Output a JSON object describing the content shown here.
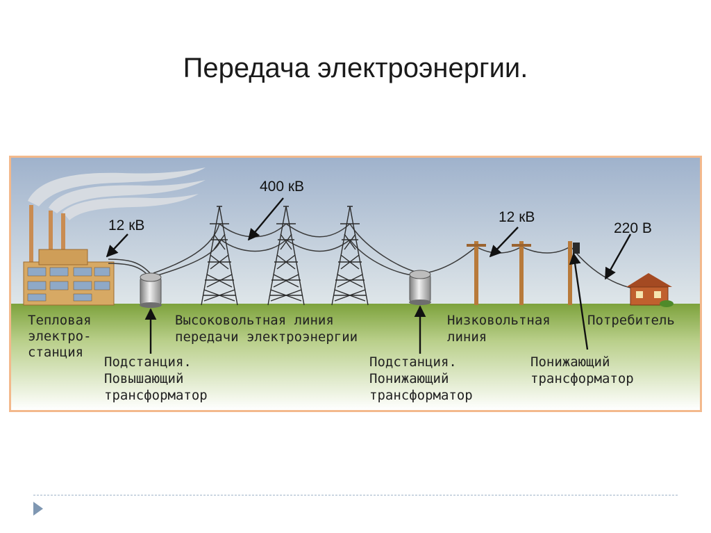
{
  "slide": {
    "title": "Передача электроэнергии."
  },
  "colors": {
    "frame_border": "#f3b98c",
    "sky_top": "#9fb2cc",
    "sky_bottom": "#dfe6e9",
    "ground_top": "#7da23c",
    "ground_bottom": "#ffffff",
    "tower": "#2b2b2b",
    "pole": "#b87a3a",
    "house": "#c0602e",
    "factory": "#d7a964"
  },
  "diagram": {
    "voltages": {
      "generator": "12 кВ",
      "high_voltage": "400 кВ",
      "low_voltage": "12 кВ",
      "consumer": "220 В"
    },
    "labels": {
      "plant": [
        "Тепловая",
        "электро-",
        "станция"
      ],
      "step_up": [
        "Подстанция.",
        "Повышающий",
        "трансформатор"
      ],
      "hv_line": [
        "Высоковольтная линия",
        "передачи электроэнергии"
      ],
      "step_down": [
        "Подстанция.",
        "Понижающий",
        "трансформатор"
      ],
      "lv_line": [
        "Низковольтная",
        "линия"
      ],
      "consumer": "Потребитель",
      "pole_transformer": [
        "Понижающий",
        "трансформатор"
      ]
    }
  }
}
